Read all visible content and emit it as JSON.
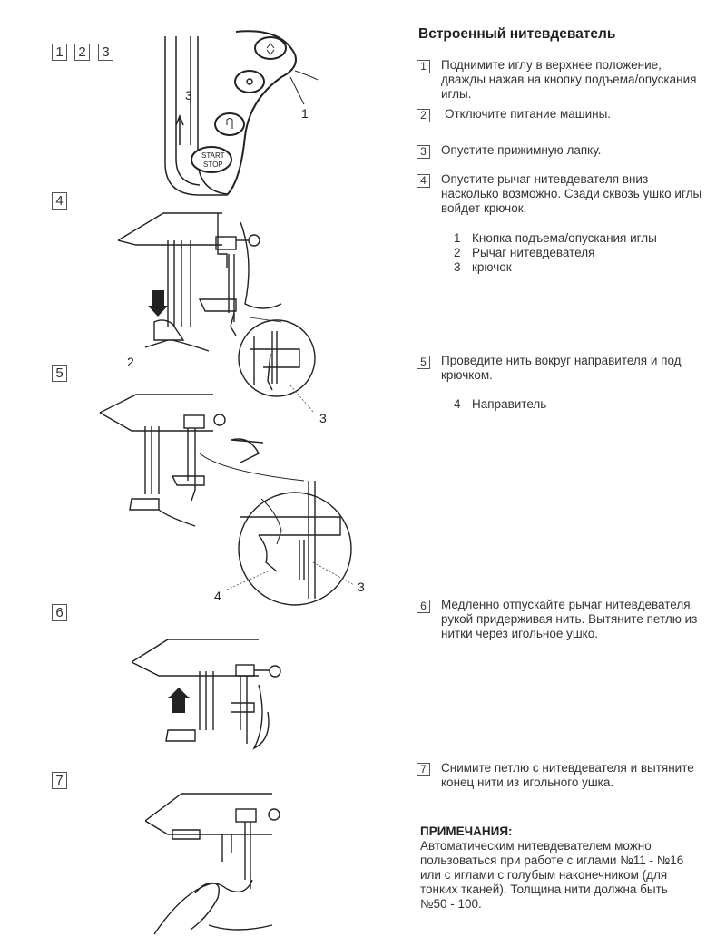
{
  "title": "Встроенный нитевдеватель",
  "step_labels": [
    "1",
    "2",
    "3",
    "4",
    "5",
    "6",
    "7"
  ],
  "steps": [
    {
      "num": "1",
      "text": "Поднимите иглу в верхнее положение, дважды нажав на кнопку подъема/опускания иглы."
    },
    {
      "num": "2",
      "text": "Отключите питание машины."
    },
    {
      "num": "3",
      "text": "Опустите прижимную лапку."
    },
    {
      "num": "4",
      "text": "Опустите рычаг нитевдевателя вниз насколько возможно. Сзади сквозь ушко иглы войдет крючок."
    },
    {
      "num": "5",
      "text": "Проведите нить вокруг направителя и под крючком."
    },
    {
      "num": "6",
      "text": "Медленно отпускайте рычаг нитевдевателя, рукой придерживая нить. Вытяните петлю из нитки через игольное ушко."
    },
    {
      "num": "7",
      "text": "Снимите петлю с нитевдевателя и вытяните конец нити из игольного ушка."
    }
  ],
  "legend_4": [
    {
      "num": "1",
      "text": "Кнопка подъема/опускания иглы"
    },
    {
      "num": "2",
      "text": "Рычаг нитевдевателя"
    },
    {
      "num": "3",
      "text": "крючок"
    }
  ],
  "legend_5": [
    {
      "num": "4",
      "text": "Направитель"
    }
  ],
  "figure_callouts": {
    "panel_arrow": "3",
    "button_ref": "1",
    "lever_ref": "2",
    "hook_ref_a": "3",
    "guide_ref": "4",
    "hook_ref_b": "3"
  },
  "panel_buttons": {
    "start_stop_line1": "START",
    "start_stop_line2": "STOP"
  },
  "notes": {
    "title": "ПРИМЕЧАНИЯ:",
    "body": "Автоматическим нитевдевателем можно пользоваться при работе с иглами №11 - №16 или с иглами с голубым наконечником (для тонких тканей). Толщина нити должна быть №50 - 100."
  }
}
